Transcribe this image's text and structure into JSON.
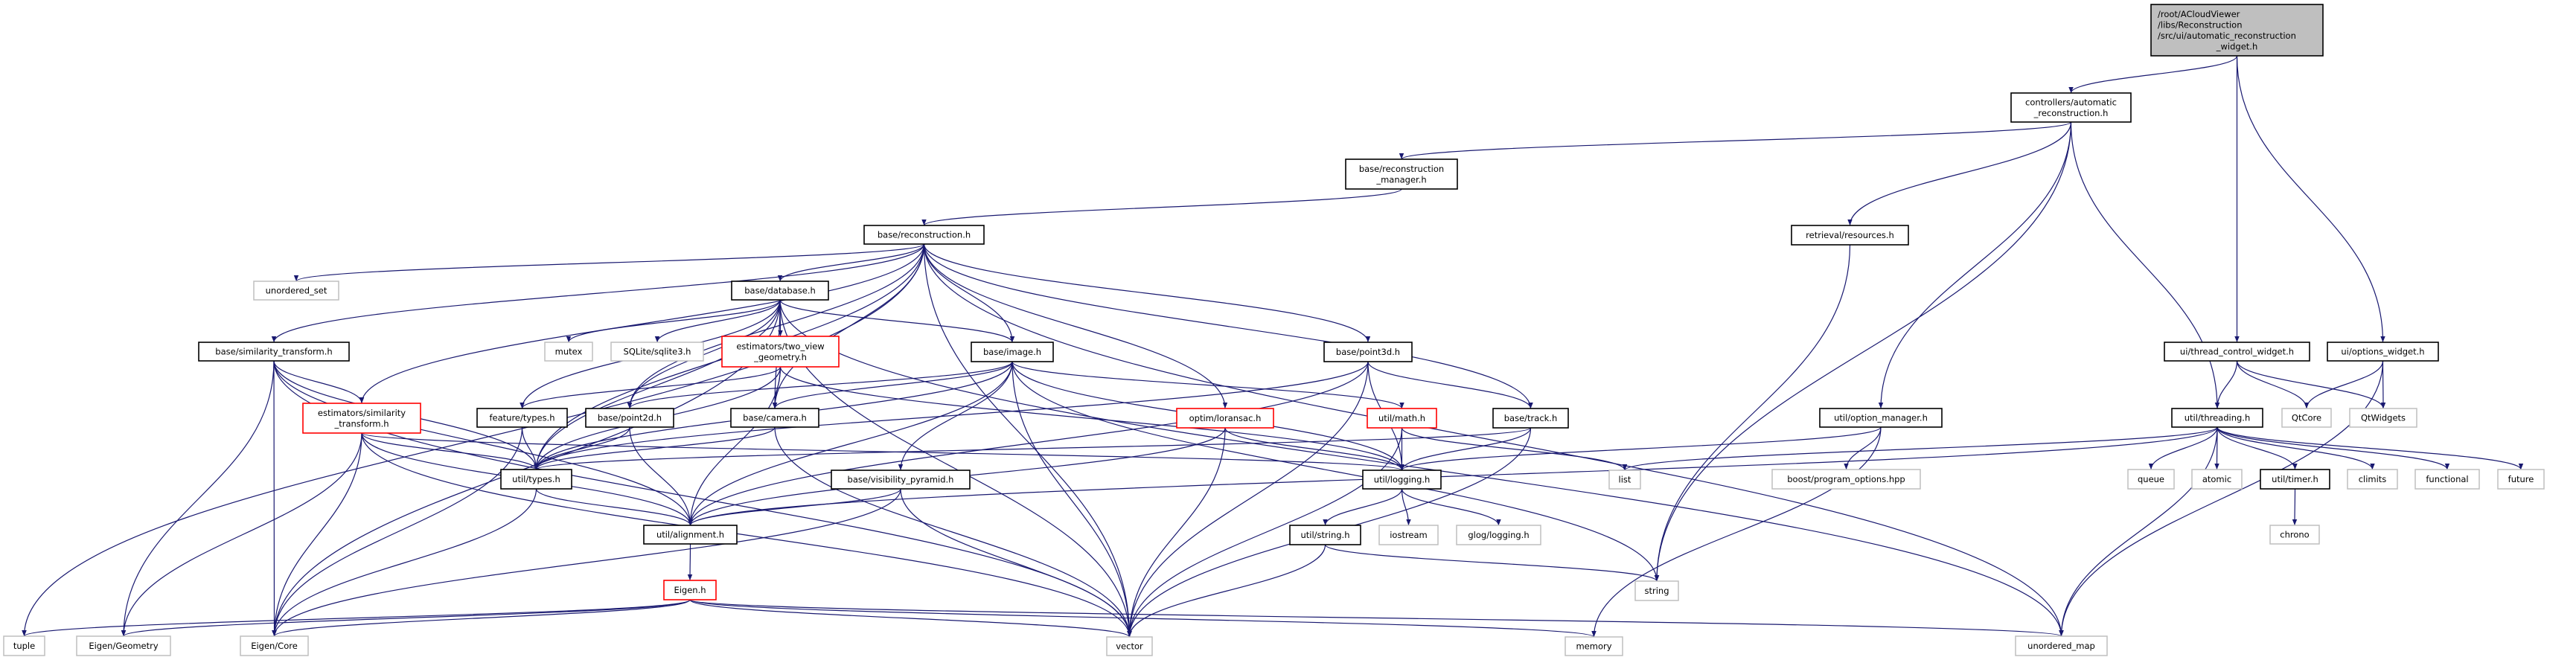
{
  "graph": {
    "edge_color": "#191970",
    "node_styles": {
      "root": {
        "fill": "#bfbfbf",
        "stroke": "#000000"
      },
      "normal": {
        "fill": "#ffffff",
        "stroke": "#000000"
      },
      "external": {
        "fill": "#ffffff",
        "stroke": "#bfbfbf"
      },
      "red": {
        "fill": "#ffffff",
        "stroke": "#ff0000"
      }
    },
    "nodes": [
      {
        "id": "root",
        "lines": [
          "/root/ACloudViewer",
          "/libs/Reconstruction",
          "/src/ui/automatic_reconstruction",
          "_widget.h"
        ],
        "style": "root"
      },
      {
        "id": "controllers",
        "lines": [
          "controllers/automatic",
          "_reconstruction.h"
        ],
        "style": "normal"
      },
      {
        "id": "recon_manager",
        "lines": [
          "base/reconstruction",
          "_manager.h"
        ],
        "style": "normal"
      },
      {
        "id": "reconstruction",
        "lines": [
          "base/reconstruction.h"
        ],
        "style": "normal"
      },
      {
        "id": "resources",
        "lines": [
          "retrieval/resources.h"
        ],
        "style": "normal"
      },
      {
        "id": "unordered_set",
        "lines": [
          "unordered_set"
        ],
        "style": "external"
      },
      {
        "id": "database",
        "lines": [
          "base/database.h"
        ],
        "style": "normal"
      },
      {
        "id": "sim_transform",
        "lines": [
          "base/similarity_transform.h"
        ],
        "style": "normal"
      },
      {
        "id": "mutex",
        "lines": [
          "mutex"
        ],
        "style": "external"
      },
      {
        "id": "sqlite",
        "lines": [
          "SQLite/sqlite3.h"
        ],
        "style": "external"
      },
      {
        "id": "two_view",
        "lines": [
          "estimators/two_view",
          "_geometry.h"
        ],
        "style": "red"
      },
      {
        "id": "image",
        "lines": [
          "base/image.h"
        ],
        "style": "normal"
      },
      {
        "id": "point3d",
        "lines": [
          "base/point3d.h"
        ],
        "style": "normal"
      },
      {
        "id": "thread_ctrl",
        "lines": [
          "ui/thread_control_widget.h"
        ],
        "style": "normal"
      },
      {
        "id": "options_widget",
        "lines": [
          "ui/options_widget.h"
        ],
        "style": "normal"
      },
      {
        "id": "est_sim",
        "lines": [
          "estimators/similarity",
          "_transform.h"
        ],
        "style": "red"
      },
      {
        "id": "feature_types",
        "lines": [
          "feature/types.h"
        ],
        "style": "normal"
      },
      {
        "id": "point2d",
        "lines": [
          "base/point2d.h"
        ],
        "style": "normal"
      },
      {
        "id": "camera",
        "lines": [
          "base/camera.h"
        ],
        "style": "normal"
      },
      {
        "id": "loransac",
        "lines": [
          "optim/loransac.h"
        ],
        "style": "red"
      },
      {
        "id": "math",
        "lines": [
          "util/math.h"
        ],
        "style": "red"
      },
      {
        "id": "track",
        "lines": [
          "base/track.h"
        ],
        "style": "normal"
      },
      {
        "id": "option_manager",
        "lines": [
          "util/option_manager.h"
        ],
        "style": "normal"
      },
      {
        "id": "threading",
        "lines": [
          "util/threading.h"
        ],
        "style": "normal"
      },
      {
        "id": "qtcore",
        "lines": [
          "QtCore"
        ],
        "style": "external"
      },
      {
        "id": "qtwidgets",
        "lines": [
          "QtWidgets"
        ],
        "style": "external"
      },
      {
        "id": "util_types",
        "lines": [
          "util/types.h"
        ],
        "style": "normal"
      },
      {
        "id": "vis_pyramid",
        "lines": [
          "base/visibility_pyramid.h"
        ],
        "style": "normal"
      },
      {
        "id": "logging",
        "lines": [
          "util/logging.h"
        ],
        "style": "normal"
      },
      {
        "id": "list",
        "lines": [
          "list"
        ],
        "style": "external"
      },
      {
        "id": "boost_po",
        "lines": [
          "boost/program_options.hpp"
        ],
        "style": "external"
      },
      {
        "id": "queue",
        "lines": [
          "queue"
        ],
        "style": "external"
      },
      {
        "id": "atomic",
        "lines": [
          "atomic"
        ],
        "style": "external"
      },
      {
        "id": "timer",
        "lines": [
          "util/timer.h"
        ],
        "style": "normal"
      },
      {
        "id": "climits",
        "lines": [
          "climits"
        ],
        "style": "external"
      },
      {
        "id": "functional",
        "lines": [
          "functional"
        ],
        "style": "external"
      },
      {
        "id": "future",
        "lines": [
          "future"
        ],
        "style": "external"
      },
      {
        "id": "alignment",
        "lines": [
          "util/alignment.h"
        ],
        "style": "normal"
      },
      {
        "id": "util_string",
        "lines": [
          "util/string.h"
        ],
        "style": "normal"
      },
      {
        "id": "iostream",
        "lines": [
          "iostream"
        ],
        "style": "external"
      },
      {
        "id": "glog",
        "lines": [
          "glog/logging.h"
        ],
        "style": "external"
      },
      {
        "id": "chrono",
        "lines": [
          "chrono"
        ],
        "style": "external"
      },
      {
        "id": "eigen",
        "lines": [
          "Eigen.h"
        ],
        "style": "red"
      },
      {
        "id": "string",
        "lines": [
          "string"
        ],
        "style": "external"
      },
      {
        "id": "tuple",
        "lines": [
          "tuple"
        ],
        "style": "external"
      },
      {
        "id": "eigen_geometry",
        "lines": [
          "Eigen/Geometry"
        ],
        "style": "external"
      },
      {
        "id": "eigen_core",
        "lines": [
          "Eigen/Core"
        ],
        "style": "external"
      },
      {
        "id": "vector",
        "lines": [
          "vector"
        ],
        "style": "external"
      },
      {
        "id": "memory",
        "lines": [
          "memory"
        ],
        "style": "external"
      },
      {
        "id": "unordered_map",
        "lines": [
          "unordered_map"
        ],
        "style": "external"
      }
    ],
    "edges": [
      [
        "root",
        "controllers"
      ],
      [
        "root",
        "thread_ctrl"
      ],
      [
        "root",
        "options_widget"
      ],
      [
        "controllers",
        "recon_manager"
      ],
      [
        "controllers",
        "resources"
      ],
      [
        "controllers",
        "string"
      ],
      [
        "controllers",
        "option_manager"
      ],
      [
        "controllers",
        "threading"
      ],
      [
        "recon_manager",
        "reconstruction"
      ],
      [
        "resources",
        "string"
      ],
      [
        "reconstruction",
        "tuple"
      ],
      [
        "reconstruction",
        "unordered_set"
      ],
      [
        "reconstruction",
        "database"
      ],
      [
        "reconstruction",
        "sim_transform"
      ],
      [
        "reconstruction",
        "est_sim"
      ],
      [
        "reconstruction",
        "util_types"
      ],
      [
        "reconstruction",
        "point2d"
      ],
      [
        "reconstruction",
        "camera"
      ],
      [
        "reconstruction",
        "image"
      ],
      [
        "reconstruction",
        "loransac"
      ],
      [
        "reconstruction",
        "point3d"
      ],
      [
        "reconstruction",
        "track"
      ],
      [
        "reconstruction",
        "vector"
      ],
      [
        "reconstruction",
        "unordered_map"
      ],
      [
        "database",
        "mutex"
      ],
      [
        "database",
        "sqlite"
      ],
      [
        "database",
        "two_view"
      ],
      [
        "database",
        "image"
      ],
      [
        "database",
        "camera"
      ],
      [
        "database",
        "feature_types"
      ],
      [
        "database",
        "util_types"
      ],
      [
        "database",
        "eigen_core"
      ],
      [
        "database",
        "vector"
      ],
      [
        "database",
        "unordered_map"
      ],
      [
        "database",
        "point2d"
      ],
      [
        "sim_transform",
        "est_sim"
      ],
      [
        "sim_transform",
        "util_types"
      ],
      [
        "sim_transform",
        "alignment"
      ],
      [
        "sim_transform",
        "eigen_core"
      ],
      [
        "sim_transform",
        "eigen_geometry"
      ],
      [
        "sim_transform",
        "vector"
      ],
      [
        "two_view",
        "feature_types"
      ],
      [
        "two_view",
        "camera"
      ],
      [
        "two_view",
        "alignment"
      ],
      [
        "two_view",
        "logging"
      ],
      [
        "two_view",
        "util_types"
      ],
      [
        "image",
        "point2d"
      ],
      [
        "image",
        "camera"
      ],
      [
        "image",
        "util_types"
      ],
      [
        "image",
        "alignment"
      ],
      [
        "image",
        "math"
      ],
      [
        "image",
        "logging"
      ],
      [
        "image",
        "vector"
      ],
      [
        "image",
        "string"
      ],
      [
        "image",
        "vis_pyramid"
      ],
      [
        "point3d",
        "track"
      ],
      [
        "point3d",
        "logging"
      ],
      [
        "point3d",
        "util_types"
      ],
      [
        "point3d",
        "alignment"
      ],
      [
        "point3d",
        "vector"
      ],
      [
        "est_sim",
        "util_types"
      ],
      [
        "est_sim",
        "alignment"
      ],
      [
        "est_sim",
        "eigen_geometry"
      ],
      [
        "est_sim",
        "eigen_core"
      ],
      [
        "est_sim",
        "vector"
      ],
      [
        "est_sim",
        "logging"
      ],
      [
        "feature_types",
        "util_types"
      ],
      [
        "feature_types",
        "eigen_core"
      ],
      [
        "point2d",
        "util_types"
      ],
      [
        "point2d",
        "alignment"
      ],
      [
        "camera",
        "util_types"
      ],
      [
        "camera",
        "vector"
      ],
      [
        "loransac",
        "logging"
      ],
      [
        "loransac",
        "alignment"
      ],
      [
        "loransac",
        "vector"
      ],
      [
        "math",
        "logging"
      ],
      [
        "math",
        "list"
      ],
      [
        "math",
        "vector"
      ],
      [
        "track",
        "logging"
      ],
      [
        "track",
        "util_types"
      ],
      [
        "track",
        "vector"
      ],
      [
        "option_manager",
        "logging"
      ],
      [
        "option_manager",
        "boost_po"
      ],
      [
        "option_manager",
        "memory"
      ],
      [
        "threading",
        "list"
      ],
      [
        "threading",
        "alignment"
      ],
      [
        "threading",
        "queue"
      ],
      [
        "threading",
        "atomic"
      ],
      [
        "threading",
        "timer"
      ],
      [
        "threading",
        "climits"
      ],
      [
        "threading",
        "functional"
      ],
      [
        "threading",
        "future"
      ],
      [
        "threading",
        "unordered_map"
      ],
      [
        "thread_ctrl",
        "threading"
      ],
      [
        "thread_ctrl",
        "qtcore"
      ],
      [
        "thread_ctrl",
        "qtwidgets"
      ],
      [
        "options_widget",
        "qtcore"
      ],
      [
        "options_widget",
        "qtwidgets"
      ],
      [
        "options_widget",
        "unordered_map"
      ],
      [
        "util_types",
        "alignment"
      ],
      [
        "util_types",
        "eigen_core"
      ],
      [
        "vis_pyramid",
        "alignment"
      ],
      [
        "vis_pyramid",
        "vector"
      ],
      [
        "vis_pyramid",
        "eigen_core"
      ],
      [
        "logging",
        "util_string"
      ],
      [
        "logging",
        "iostream"
      ],
      [
        "logging",
        "glog"
      ],
      [
        "util_string",
        "string"
      ],
      [
        "util_string",
        "vector"
      ],
      [
        "alignment",
        "eigen"
      ],
      [
        "eigen",
        "tuple"
      ],
      [
        "eigen",
        "eigen_geometry"
      ],
      [
        "eigen",
        "eigen_core"
      ],
      [
        "eigen",
        "vector"
      ],
      [
        "eigen",
        "memory"
      ],
      [
        "eigen",
        "unordered_map"
      ],
      [
        "timer",
        "chrono"
      ]
    ]
  }
}
